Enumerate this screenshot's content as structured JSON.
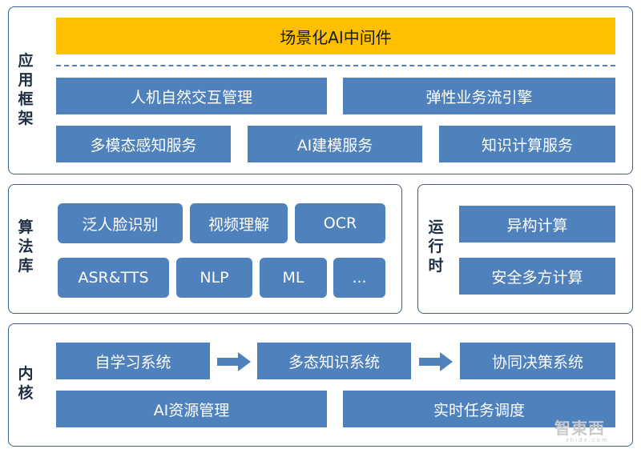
{
  "app_framework": {
    "label": "应用\n框架",
    "banner": "场景化AI中间件",
    "row1": [
      "人机自然交互管理",
      "弹性业务流引擎"
    ],
    "row2": [
      "多模态感知服务",
      "AI建模服务",
      "知识计算服务"
    ]
  },
  "algorithm_library": {
    "label": "算\n法\n库",
    "row1": [
      "泛人脸识别",
      "视频理解",
      "OCR"
    ],
    "row2": [
      "ASR&TTS",
      "NLP",
      "ML",
      "..."
    ]
  },
  "runtime": {
    "label": "运\n行\n时",
    "items": [
      "异构计算",
      "安全多方计算"
    ]
  },
  "kernel": {
    "label": "内\n核",
    "row1": [
      "自学习系统",
      "多态知识系统",
      "协同决策系统"
    ],
    "row2": [
      "AI资源管理",
      "实时任务调度"
    ]
  },
  "watermark": {
    "text": "智東西",
    "sub": "zhidx.com"
  },
  "colors": {
    "box": "#4f81bd",
    "banner": "#ffc000",
    "border": "#3b5f8f"
  }
}
